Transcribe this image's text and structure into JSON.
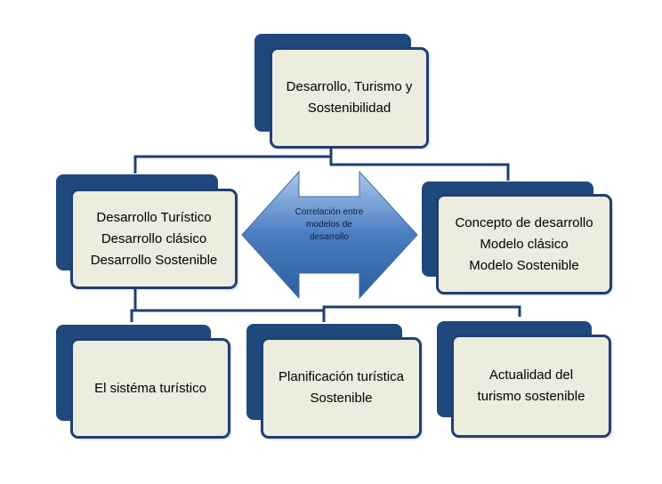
{
  "diagram": {
    "top": {
      "lines": [
        "Desarrollo, Turismo y",
        "Sostenibilidad"
      ]
    },
    "left": {
      "lines": [
        "Desarrollo Turístico",
        "Desarrollo clásico",
        "Desarrollo Sostenible"
      ]
    },
    "center_arrow": {
      "lines": [
        "Correlación entre",
        "modelos de",
        "desarrollo"
      ]
    },
    "right": {
      "lines": [
        "Concepto de desarrollo",
        "Modelo clásico",
        "Modelo Sostenible"
      ]
    },
    "bottom_1": {
      "lines": [
        "El sistéma turístico"
      ]
    },
    "bottom_2": {
      "lines": [
        "Planificación turística",
        "Sostenible"
      ]
    },
    "bottom_3": {
      "lines": [
        "Actualidad del",
        "turismo sostenible"
      ]
    }
  },
  "colors": {
    "dark_blue": "#1f497d",
    "front_fill": "#ececdf",
    "connector": "#1f3f73",
    "arrow_gradient_top": "#a9c6ec",
    "arrow_gradient_bottom": "#2a5f9e"
  }
}
